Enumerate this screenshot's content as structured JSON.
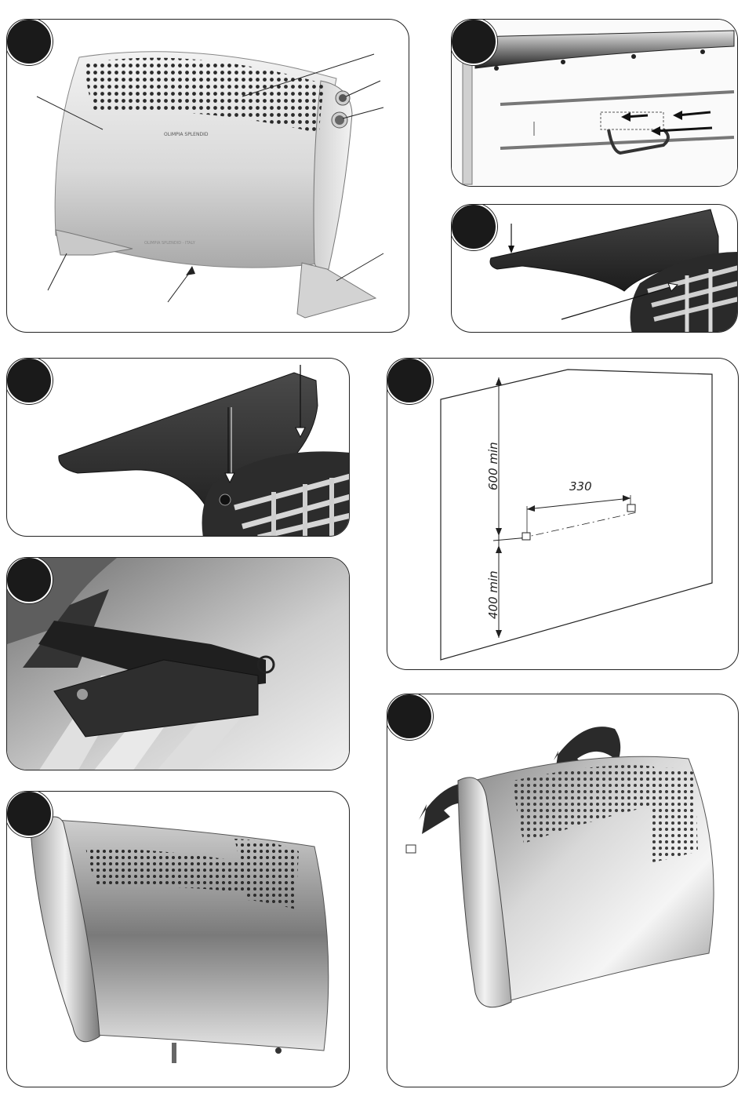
{
  "figure": {
    "dimension_vertical_top": "600 min",
    "dimension_vertical_bottom": "400 min",
    "dimension_horizontal": "330",
    "brand_mark": "OLIMPIA SPLENDID",
    "made_in": "OLIMPIA SPLENDID - ITALY"
  },
  "colors": {
    "panel_border": "#222222",
    "badge": "#1a1a1a",
    "metal_light": "#e8e8e8",
    "metal_dark": "#6e6e6e",
    "plastic_dark": "#3a3a3a"
  }
}
